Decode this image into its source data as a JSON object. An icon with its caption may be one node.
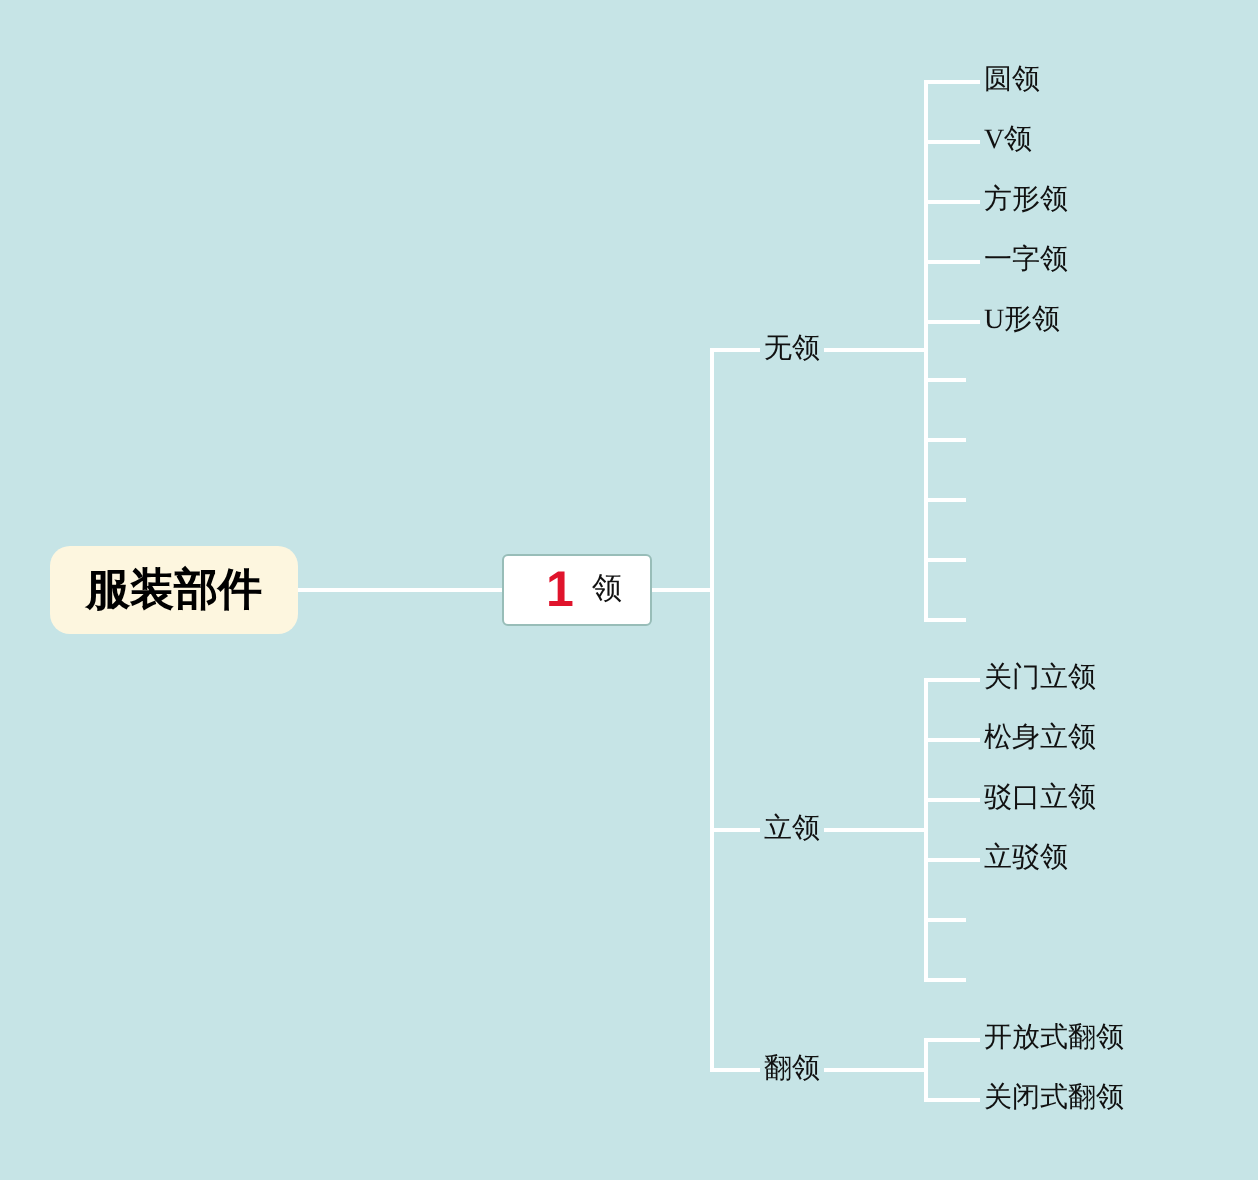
{
  "diagram": {
    "nodes": [
      {
        "text": [
          "服装部件"
        ]
      },
      {
        "text": [
          "1",
          "领"
        ]
      },
      {
        "text": [
          "无领"
        ]
      },
      {
        "text": [
          "圆领"
        ]
      },
      {
        "text": [
          "V领"
        ]
      },
      {
        "text": [
          "方形领"
        ]
      },
      {
        "text": [
          "一字领"
        ]
      },
      {
        "text": [
          "U形领"
        ]
      },
      {
        "text": [
          "立领"
        ]
      },
      {
        "text": [
          "关门立领"
        ]
      },
      {
        "text": [
          "松身立领"
        ]
      },
      {
        "text": [
          "驳口立领"
        ]
      },
      {
        "text": [
          "立驳领"
        ]
      },
      {
        "text": [
          "翻领"
        ]
      },
      {
        "text": [
          "开放式翻领"
        ]
      },
      {
        "text": [
          "关闭式翻领"
        ]
      }
    ],
    "edges": [
      {
        "from": 0,
        "to": 1,
        "arrow": "none"
      },
      {
        "from": 1,
        "to": 2,
        "arrow": "none"
      },
      {
        "from": 1,
        "to": 8,
        "arrow": "none"
      },
      {
        "from": 1,
        "to": 13,
        "arrow": "none"
      },
      {
        "from": 2,
        "to": 3,
        "arrow": "none"
      },
      {
        "from": 2,
        "to": 4,
        "arrow": "none"
      },
      {
        "from": 2,
        "to": 5,
        "arrow": "none"
      },
      {
        "from": 2,
        "to": 6,
        "arrow": "none"
      },
      {
        "from": 2,
        "to": 7,
        "arrow": "none"
      },
      {
        "from": 2,
        "to": null,
        "arrow": "none"
      },
      {
        "from": 2,
        "to": null,
        "arrow": "none"
      },
      {
        "from": 2,
        "to": null,
        "arrow": "none"
      },
      {
        "from": 2,
        "to": null,
        "arrow": "none"
      },
      {
        "from": 2,
        "to": null,
        "arrow": "none"
      },
      {
        "from": 8,
        "to": 9,
        "arrow": "none"
      },
      {
        "from": 8,
        "to": 10,
        "arrow": "none"
      },
      {
        "from": 8,
        "to": 11,
        "arrow": "none"
      },
      {
        "from": 8,
        "to": 12,
        "arrow": "none"
      },
      {
        "from": 8,
        "to": null,
        "arrow": "none"
      },
      {
        "from": 8,
        "to": null,
        "arrow": "none"
      },
      {
        "from": 13,
        "to": 14,
        "arrow": "none"
      },
      {
        "from": 13,
        "to": 15,
        "arrow": "none"
      }
    ]
  }
}
